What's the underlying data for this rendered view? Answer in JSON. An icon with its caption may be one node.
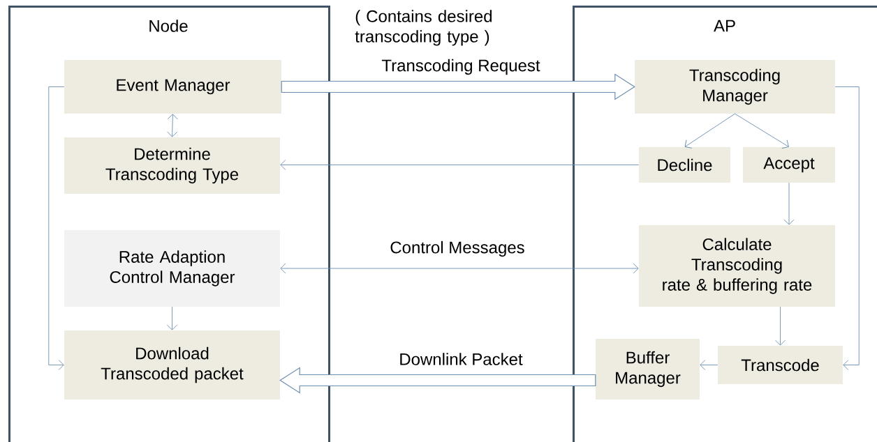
{
  "diagram": {
    "nodes": [
      {
        "text": [
          "Node"
        ]
      },
      {
        "text": [
          "Event Manager"
        ],
        "in": 0
      },
      {
        "text": [
          "Determine Transcoding Type"
        ],
        "in": 0
      },
      {
        "text": [
          "Rate Adaption Control Manager"
        ],
        "in": 0
      },
      {
        "text": [
          "Download Transcoded packet"
        ],
        "in": 0
      },
      {
        "text": [
          "AP"
        ]
      },
      {
        "text": [
          "Transcoding Manager"
        ],
        "in": 5
      },
      {
        "text": [
          "Decline"
        ],
        "in": 5
      },
      {
        "text": [
          "Accept"
        ],
        "in": 5
      },
      {
        "text": [
          "Calculate Transcoding rate & buffering rate"
        ],
        "in": 5
      },
      {
        "text": [
          "Buffer Manager"
        ],
        "in": 5
      },
      {
        "text": [
          "Transcode"
        ],
        "in": 5
      }
    ],
    "edges": [
      {
        "from": 1,
        "to": 6,
        "arrow": "to",
        "label": "Transcoding Request",
        "style": "thick"
      },
      {
        "from": 1,
        "to": 2,
        "arrow": "both"
      },
      {
        "from": 6,
        "to": 7,
        "arrow": "to"
      },
      {
        "from": 6,
        "to": 8,
        "arrow": "to"
      },
      {
        "from": 7,
        "to": 2,
        "arrow": "to"
      },
      {
        "from": 8,
        "to": 9,
        "arrow": "to"
      },
      {
        "from": 3,
        "to": 9,
        "arrow": "both",
        "label": "Control Messages"
      },
      {
        "from": 3,
        "to": 4,
        "arrow": "to"
      },
      {
        "from": 9,
        "to": 11,
        "arrow": "to"
      },
      {
        "from": 11,
        "to": 10,
        "arrow": "to"
      },
      {
        "from": 10,
        "to": 4,
        "arrow": "to",
        "label": "Downlink Packet",
        "style": "thick"
      },
      {
        "from": 1,
        "to": 4,
        "arrow": "to"
      },
      {
        "from": 6,
        "to": 11,
        "arrow": "to"
      }
    ],
    "labels": [
      "( Contains desired transcoding type )"
    ]
  }
}
